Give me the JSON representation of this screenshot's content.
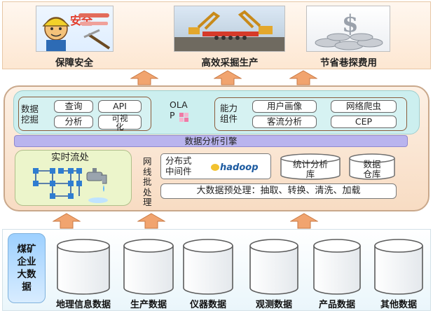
{
  "top": {
    "captions": [
      "保障安全",
      "高效采掘生产",
      "节省巷探费用"
    ]
  },
  "mining": {
    "label": "数据\n挖掘",
    "buttons": [
      "查询",
      "API",
      "分析",
      "可视\n化"
    ]
  },
  "olap": {
    "label": "OLA\nP"
  },
  "capability": {
    "label": "能力\n组件",
    "buttons": [
      "用户画像",
      "网络爬虫",
      "客流分析",
      "CEP"
    ]
  },
  "engine": {
    "label": "数据分析引擎"
  },
  "realtime": {
    "label": "实时流处"
  },
  "batch": {
    "label": "网\n线\n批\n处\n理"
  },
  "middleware": {
    "label": "分布式\n中间件",
    "logo": "hadoop"
  },
  "stores": [
    "统计分析\n库",
    "数据\n仓库"
  ],
  "preprocess": {
    "label": "大数据预处理：抽取、转换、清洗、加载"
  },
  "bottom": {
    "side_label": "煤矿\n企业\n大数\n据",
    "databases": [
      "地理信息数据",
      "生产数据",
      "仪器数据",
      "观测数据",
      "产品数据",
      "其他数据"
    ]
  },
  "colors": {
    "arrow": "#f1a46f",
    "panel_cyan": "#ccefef",
    "engine_bar": "#b9b4ee",
    "realtime_bg": "#ecf5cb",
    "side_label_blue": "#9dd0ff"
  }
}
